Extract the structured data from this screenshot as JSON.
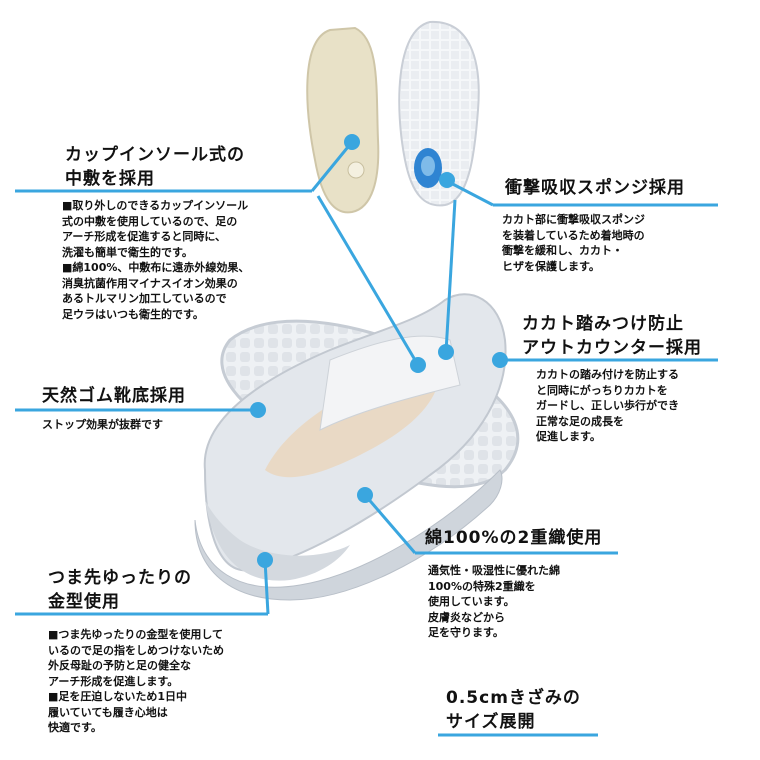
{
  "colors": {
    "accent": "#3aa6df",
    "text": "#111111",
    "shoe": "#e9ecef"
  },
  "features": {
    "cup_insole": {
      "title_1": "カップインソール式の",
      "title_2": "中敷を採用",
      "desc": [
        "■取り外しのできるカップインソール",
        "式の中敷を使用しているので、足の",
        "アーチ形成を促進すると同時に、",
        "洗濯も簡単で衛生的です。",
        "■綿100%、中敷布に遠赤外線効果、",
        "消臭抗菌作用マイナスイオン効果の",
        "あるトルマリン加工しているので",
        "足ウラはいつも衛生的です。"
      ]
    },
    "sponge": {
      "title": "衝撃吸収スポンジ採用",
      "desc": [
        "カカト部に衝撃吸収スポンジ",
        "を装着しているため着地時の",
        "衝撃を緩和し、カカト・",
        "ヒザを保護します。"
      ]
    },
    "heel_counter": {
      "title_1": "カカト踏みつけ防止",
      "title_2": "アウトカウンター採用",
      "desc": [
        "カカトの踏み付けを防止する",
        "と同時にがっちりカカトを",
        "ガードし、正しい歩行ができ",
        "正常な足の成長を",
        "促進します。"
      ]
    },
    "rubber_sole": {
      "title": "天然ゴム靴底採用",
      "desc": [
        "ストップ効果が抜群です"
      ]
    },
    "cotton": {
      "title": "綿100%の2重織使用",
      "desc": [
        "通気性・吸湿性に優れた綿",
        "100%の特殊2重織を",
        "使用しています。",
        "皮膚炎などから",
        "足を守ります。"
      ]
    },
    "toe": {
      "title_1": "つま先ゆったりの",
      "title_2": "金型使用",
      "desc": [
        "■つま先ゆったりの金型を使用して",
        "いるので足の指をしめつけないため",
        "外反母趾の予防と足の健全な",
        "アーチ形成を促進します。",
        "■足を圧迫しないため1日中",
        "履いていても履き心地は",
        "快適です。"
      ]
    },
    "size": {
      "title_1": "0.5cmきざみの",
      "title_2": "サイズ展開"
    }
  }
}
